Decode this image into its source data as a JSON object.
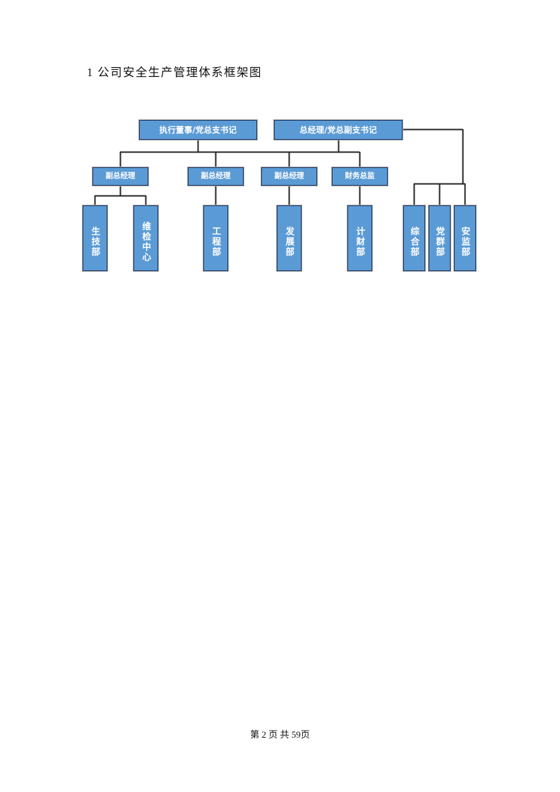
{
  "document": {
    "heading": "1  公司安全生产管理体系框架图",
    "footer": "第 2 页 共 59页"
  },
  "colors": {
    "node_fill": "#5b9bd5",
    "node_border": "#1f3864",
    "node_outer_edge": "#a6a6a6",
    "connector": "#262626",
    "text": "#ffffff",
    "page_background": "#ffffff"
  },
  "chart_data": {
    "type": "diagram",
    "title": "1  公司安全生产管理体系框架图",
    "orientation": "top-down organizational chart",
    "levels": [
      {
        "level": 1,
        "nodes": [
          {
            "id": "exec-director",
            "label": "执行董事/党总支书记"
          },
          {
            "id": "general-manager",
            "label": "总经理/党总副支书记"
          }
        ]
      },
      {
        "level": 2,
        "nodes": [
          {
            "id": "deputy-gm-1",
            "label": "副总经理"
          },
          {
            "id": "deputy-gm-2",
            "label": "副总经理"
          },
          {
            "id": "deputy-gm-3",
            "label": "副总经理"
          },
          {
            "id": "cfo",
            "label": "财务总监"
          }
        ]
      },
      {
        "level": 3,
        "nodes": [
          {
            "id": "dept-shengji",
            "label": "生技部",
            "parent": "deputy-gm-1"
          },
          {
            "id": "dept-weijian",
            "label": "维检中心",
            "parent": "deputy-gm-1"
          },
          {
            "id": "dept-gongcheng",
            "label": "工程部",
            "parent": "deputy-gm-2"
          },
          {
            "id": "dept-fazhan",
            "label": "发展部",
            "parent": "deputy-gm-3"
          },
          {
            "id": "dept-jicai",
            "label": "计财部",
            "parent": "cfo"
          },
          {
            "id": "dept-zonghe",
            "label": "综合部",
            "parent": "general-manager"
          },
          {
            "id": "dept-dangqun",
            "label": "党群部",
            "parent": "general-manager"
          },
          {
            "id": "dept-anjian",
            "label": "安监部",
            "parent": "general-manager"
          }
        ]
      }
    ],
    "edges": [
      {
        "from": "exec-director",
        "to": "deputy-gm-1"
      },
      {
        "from": "exec-director",
        "to": "deputy-gm-2"
      },
      {
        "from": "general-manager",
        "to": "deputy-gm-3"
      },
      {
        "from": "general-manager",
        "to": "cfo"
      },
      {
        "from": "deputy-gm-1",
        "to": "dept-shengji"
      },
      {
        "from": "deputy-gm-1",
        "to": "dept-weijian"
      },
      {
        "from": "deputy-gm-2",
        "to": "dept-gongcheng"
      },
      {
        "from": "deputy-gm-3",
        "to": "dept-fazhan"
      },
      {
        "from": "cfo",
        "to": "dept-jicai"
      },
      {
        "from": "general-manager",
        "to": "dept-zonghe"
      },
      {
        "from": "general-manager",
        "to": "dept-dangqun"
      },
      {
        "from": "general-manager",
        "to": "dept-anjian"
      }
    ]
  }
}
